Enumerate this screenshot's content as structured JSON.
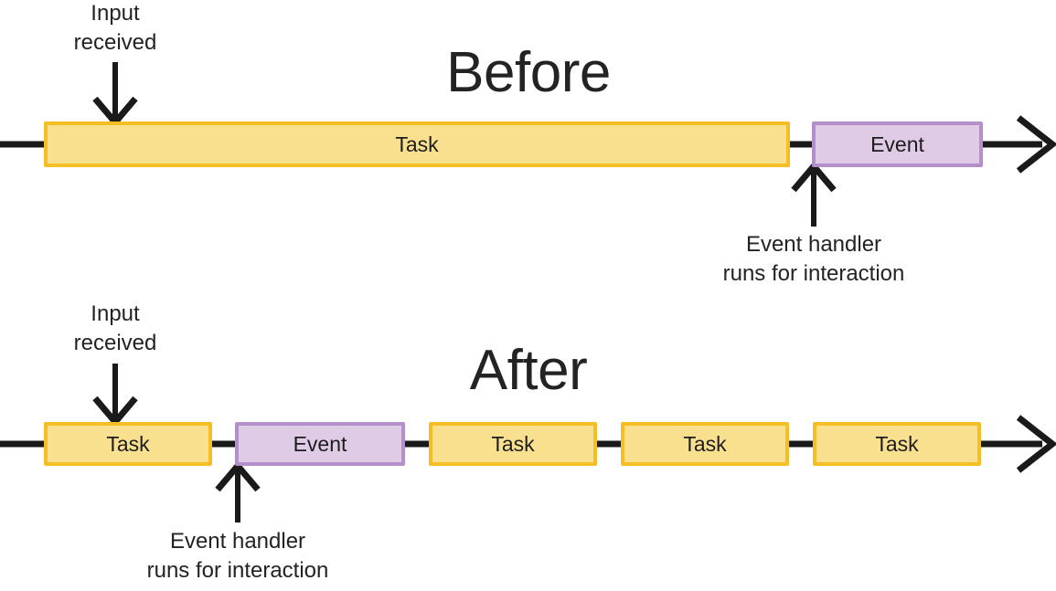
{
  "diagram": {
    "title_visible": false,
    "colors": {
      "task_fill": "#F9E08F",
      "task_border": "#F5BE23",
      "event_fill": "#DFCBE6",
      "event_border": "#B48FC9",
      "line": "#1a1a1a",
      "text": "#232323",
      "background": "#ffffff"
    },
    "sections": [
      {
        "id": "before",
        "heading": "Before",
        "blocks": [
          {
            "id": "before-task-1",
            "type": "task",
            "label": "Task"
          },
          {
            "id": "before-event-1",
            "type": "event",
            "label": "Event"
          }
        ],
        "annotations": [
          {
            "id": "before-input-note",
            "text": "Input\nreceived",
            "direction": "down",
            "target": "before-task-1"
          },
          {
            "id": "before-handler-note",
            "text": "Event handler\nruns for interaction",
            "direction": "up",
            "target": "before-event-1"
          }
        ]
      },
      {
        "id": "after",
        "heading": "After",
        "blocks": [
          {
            "id": "after-task-1",
            "type": "task",
            "label": "Task"
          },
          {
            "id": "after-event-1",
            "type": "event",
            "label": "Event"
          },
          {
            "id": "after-task-2",
            "type": "task",
            "label": "Task"
          },
          {
            "id": "after-task-3",
            "type": "task",
            "label": "Task"
          },
          {
            "id": "after-task-4",
            "type": "task",
            "label": "Task"
          }
        ],
        "annotations": [
          {
            "id": "after-input-note",
            "text": "Input\nreceived",
            "direction": "down",
            "target": "after-task-1"
          },
          {
            "id": "after-handler-note",
            "text": "Event handler\nruns for interaction",
            "direction": "up",
            "target": "after-event-1"
          }
        ]
      }
    ]
  }
}
